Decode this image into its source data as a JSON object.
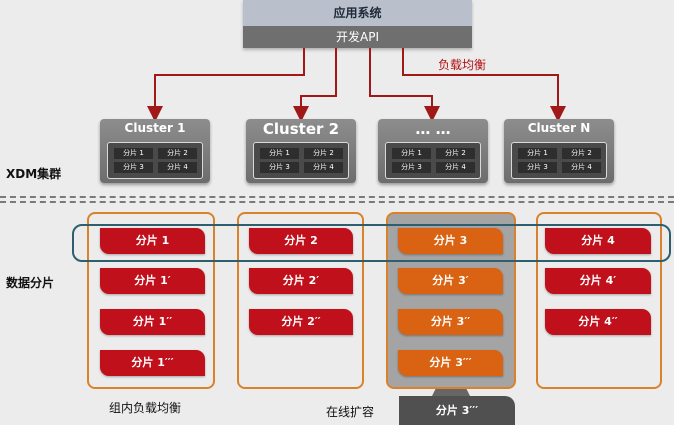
{
  "app": {
    "title": "应用系统",
    "api": "开发API"
  },
  "load_balance_label": "负载均衡",
  "clusters": [
    {
      "name": "Cluster 1",
      "shards": [
        "分片 1",
        "分片 2",
        "分片 3",
        "分片 4"
      ]
    },
    {
      "name": "Cluster 2",
      "shards": [
        "分片 1",
        "分片 2",
        "分片 3",
        "分片 4"
      ]
    },
    {
      "name": "… …",
      "shards": [
        "分片 1",
        "分片 2",
        "分片 3",
        "分片 4"
      ]
    },
    {
      "name": "Cluster N",
      "shards": [
        "分片 1",
        "分片 2",
        "分片 3",
        "分片 4"
      ]
    }
  ],
  "labels": {
    "xdm_cluster": "XDM集群",
    "data_shards": "数据分片",
    "group_load_balance": "组内负载均衡",
    "online_expansion": "在线扩容"
  },
  "groups": [
    {
      "shards": [
        "分片 1",
        "分片 1′",
        "分片 1′′",
        "分片 1′′′"
      ],
      "color": "#c0101c"
    },
    {
      "shards": [
        "分片 2",
        "分片 2′",
        "分片 2′′"
      ],
      "color": "#c0101c"
    },
    {
      "shards": [
        "分片 3",
        "分片 3′",
        "分片 3′′",
        "分片 3′′′"
      ],
      "color": "#d96312"
    },
    {
      "shards": [
        "分片 4",
        "分片 4′",
        "分片 4′′"
      ],
      "color": "#c0101c"
    }
  ],
  "expansion_shard": "分片 3′′′"
}
